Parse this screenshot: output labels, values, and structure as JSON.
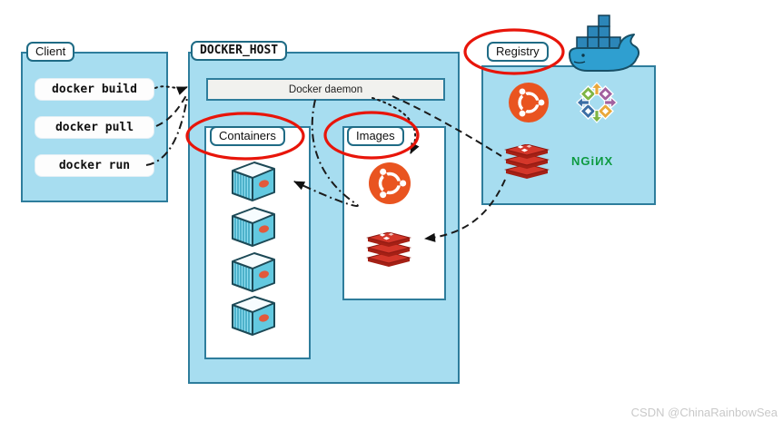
{
  "client": {
    "label": "Client",
    "commands": [
      {
        "label": "docker build"
      },
      {
        "label": "docker pull"
      },
      {
        "label": "docker run"
      }
    ]
  },
  "docker_host": {
    "label": "DOCKER_HOST",
    "daemon": {
      "label": "Docker daemon"
    },
    "containers": {
      "label": "Containers",
      "items": [
        {
          "name": "container-icon"
        },
        {
          "name": "container-icon"
        },
        {
          "name": "container-icon"
        },
        {
          "name": "container-icon"
        }
      ]
    },
    "images": {
      "label": "Images",
      "items": [
        {
          "name": "ubuntu-image-icon"
        },
        {
          "name": "redis-image-icon"
        }
      ]
    }
  },
  "registry": {
    "label": "Registry",
    "logo": "docker-whale-icon",
    "items": [
      {
        "name": "ubuntu-icon"
      },
      {
        "name": "centos-icon"
      },
      {
        "name": "redis-icon"
      },
      {
        "name": "nginx-logo",
        "text": "NGiИX"
      }
    ]
  },
  "connections": [
    {
      "from": "docker build",
      "to": "Docker daemon",
      "style": "dotted"
    },
    {
      "from": "docker pull",
      "to": "Docker daemon",
      "style": "dashed"
    },
    {
      "from": "docker run",
      "to": "Docker daemon",
      "style": "dash-dot"
    },
    {
      "from": "Docker daemon",
      "to": "ubuntu image",
      "style": "dotted"
    },
    {
      "from": "Docker daemon",
      "to": "registry redis",
      "style": "dashed"
    },
    {
      "from": "registry redis",
      "to": "images redis",
      "style": "dashed"
    },
    {
      "from": "Docker daemon",
      "to": "running container",
      "style": "dash-dot"
    }
  ],
  "annotations": {
    "highlight_color": "#e8150a",
    "highlighted_labels": [
      "Containers",
      "Images",
      "Registry"
    ]
  },
  "colors": {
    "panel_fill": "#a7ddf0",
    "panel_border": "#2e7d9c",
    "ubuntu_orange": "#e95420",
    "redis_red": "#d4372a",
    "nginx_green": "#0d9a40",
    "whale_blue": "#2f9fd0",
    "line_black": "#1a1a1a"
  },
  "watermark": {
    "text": "CSDN @ChinaRainbowSea"
  }
}
